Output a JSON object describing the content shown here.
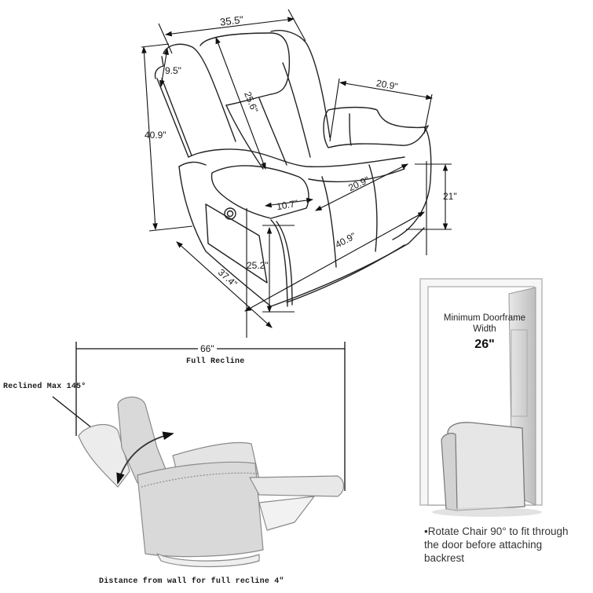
{
  "top_diagram": {
    "overall_width": "35.5\"",
    "headrest_height": "9.5\"",
    "overall_height": "40.9\"",
    "back_height": "25.6\"",
    "seat_depth_side": "20.9\"",
    "seat_depth": "20.9\"",
    "arm_width": "10.7\"",
    "seat_height": "21\"",
    "arm_height": "25.2\"",
    "overall_depth": "37.4\"",
    "front_length": "40.9\""
  },
  "recline_diagram": {
    "full_recline_value": "66\"",
    "full_recline_label": "Full Recline",
    "recline_angle_label": "Reclined Max 145°",
    "wall_distance_label": "Distance from wall for full recline 4\""
  },
  "door_diagram": {
    "title": "Minimum Doorframe Width",
    "width_value": "26\"",
    "note": "•Rotate Chair 90° to fit through the door before attaching backrest"
  }
}
